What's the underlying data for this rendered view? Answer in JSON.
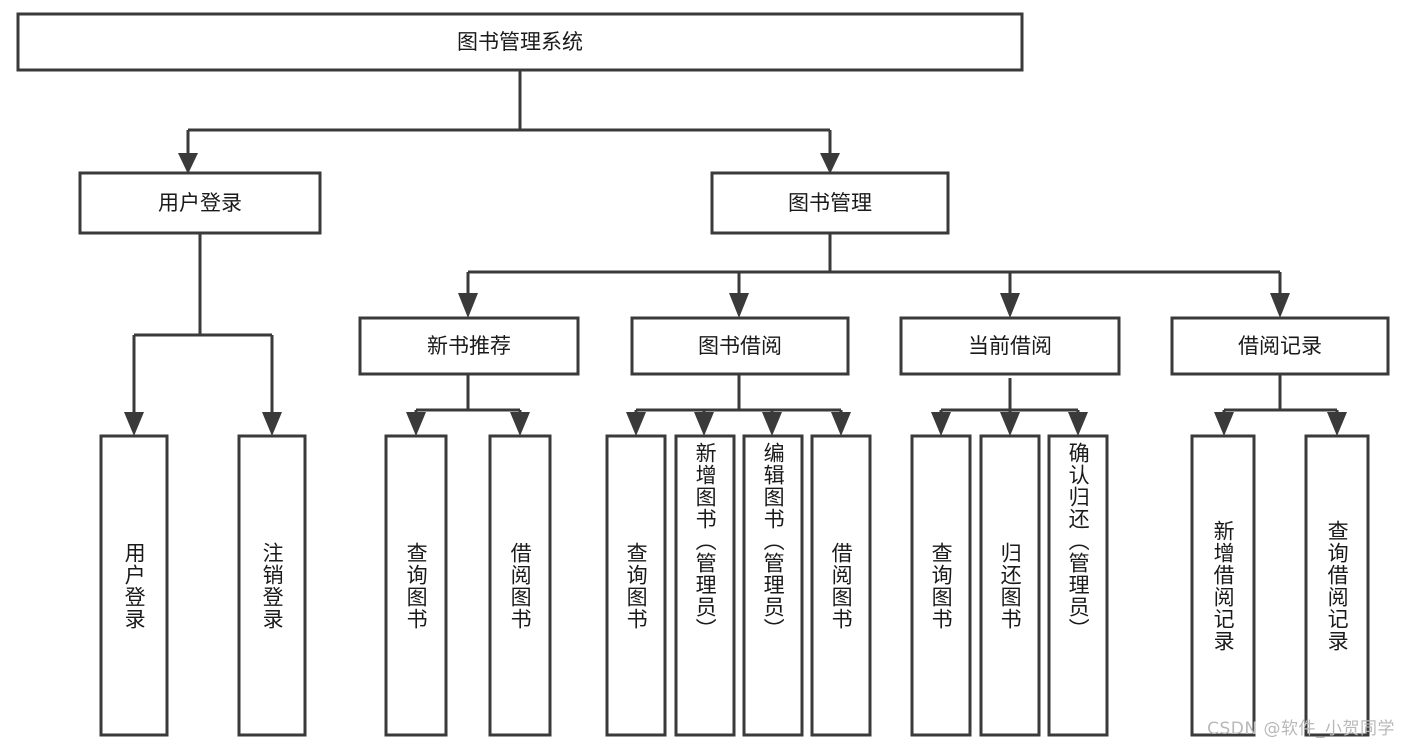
{
  "diagram": {
    "type": "tree",
    "title": "图书管理系统",
    "watermark": "CSDN @软件_小贺同学",
    "colors": {
      "stroke": "#3a3a3a",
      "fill": "#ffffff",
      "text": "#1a1a1a",
      "watermark": "#b9b9b9"
    },
    "nodes": {
      "root": {
        "label": "图书管理系统",
        "orientation": "horizontal"
      },
      "l1": [
        {
          "label": "用户登录",
          "orientation": "horizontal"
        },
        {
          "label": "图书管理",
          "orientation": "horizontal"
        }
      ],
      "l2": [
        {
          "label": "新书推荐",
          "orientation": "horizontal"
        },
        {
          "label": "图书借阅",
          "orientation": "horizontal"
        },
        {
          "label": "当前借阅",
          "orientation": "horizontal"
        },
        {
          "label": "借阅记录",
          "orientation": "horizontal"
        }
      ],
      "leaves_user_login": [
        {
          "label": "用户登录",
          "orientation": "vertical"
        },
        {
          "label": "注销登录",
          "orientation": "vertical"
        }
      ],
      "leaves_new_book": [
        {
          "label": "查询图书",
          "orientation": "vertical"
        },
        {
          "label": "借阅图书",
          "orientation": "vertical"
        }
      ],
      "leaves_borrow": [
        {
          "label": "查询图书",
          "orientation": "vertical"
        },
        {
          "label": "新增图书（管理员）",
          "orientation": "vertical"
        },
        {
          "label": "编辑图书（管理员）",
          "orientation": "vertical"
        },
        {
          "label": "借阅图书",
          "orientation": "vertical"
        }
      ],
      "leaves_current": [
        {
          "label": "查询图书",
          "orientation": "vertical"
        },
        {
          "label": "归还图书",
          "orientation": "vertical"
        },
        {
          "label": "确认归还（管理员）",
          "orientation": "vertical"
        }
      ],
      "leaves_record": [
        {
          "label": "新增借阅记录",
          "orientation": "vertical"
        },
        {
          "label": "查询借阅记录",
          "orientation": "vertical"
        }
      ]
    }
  }
}
